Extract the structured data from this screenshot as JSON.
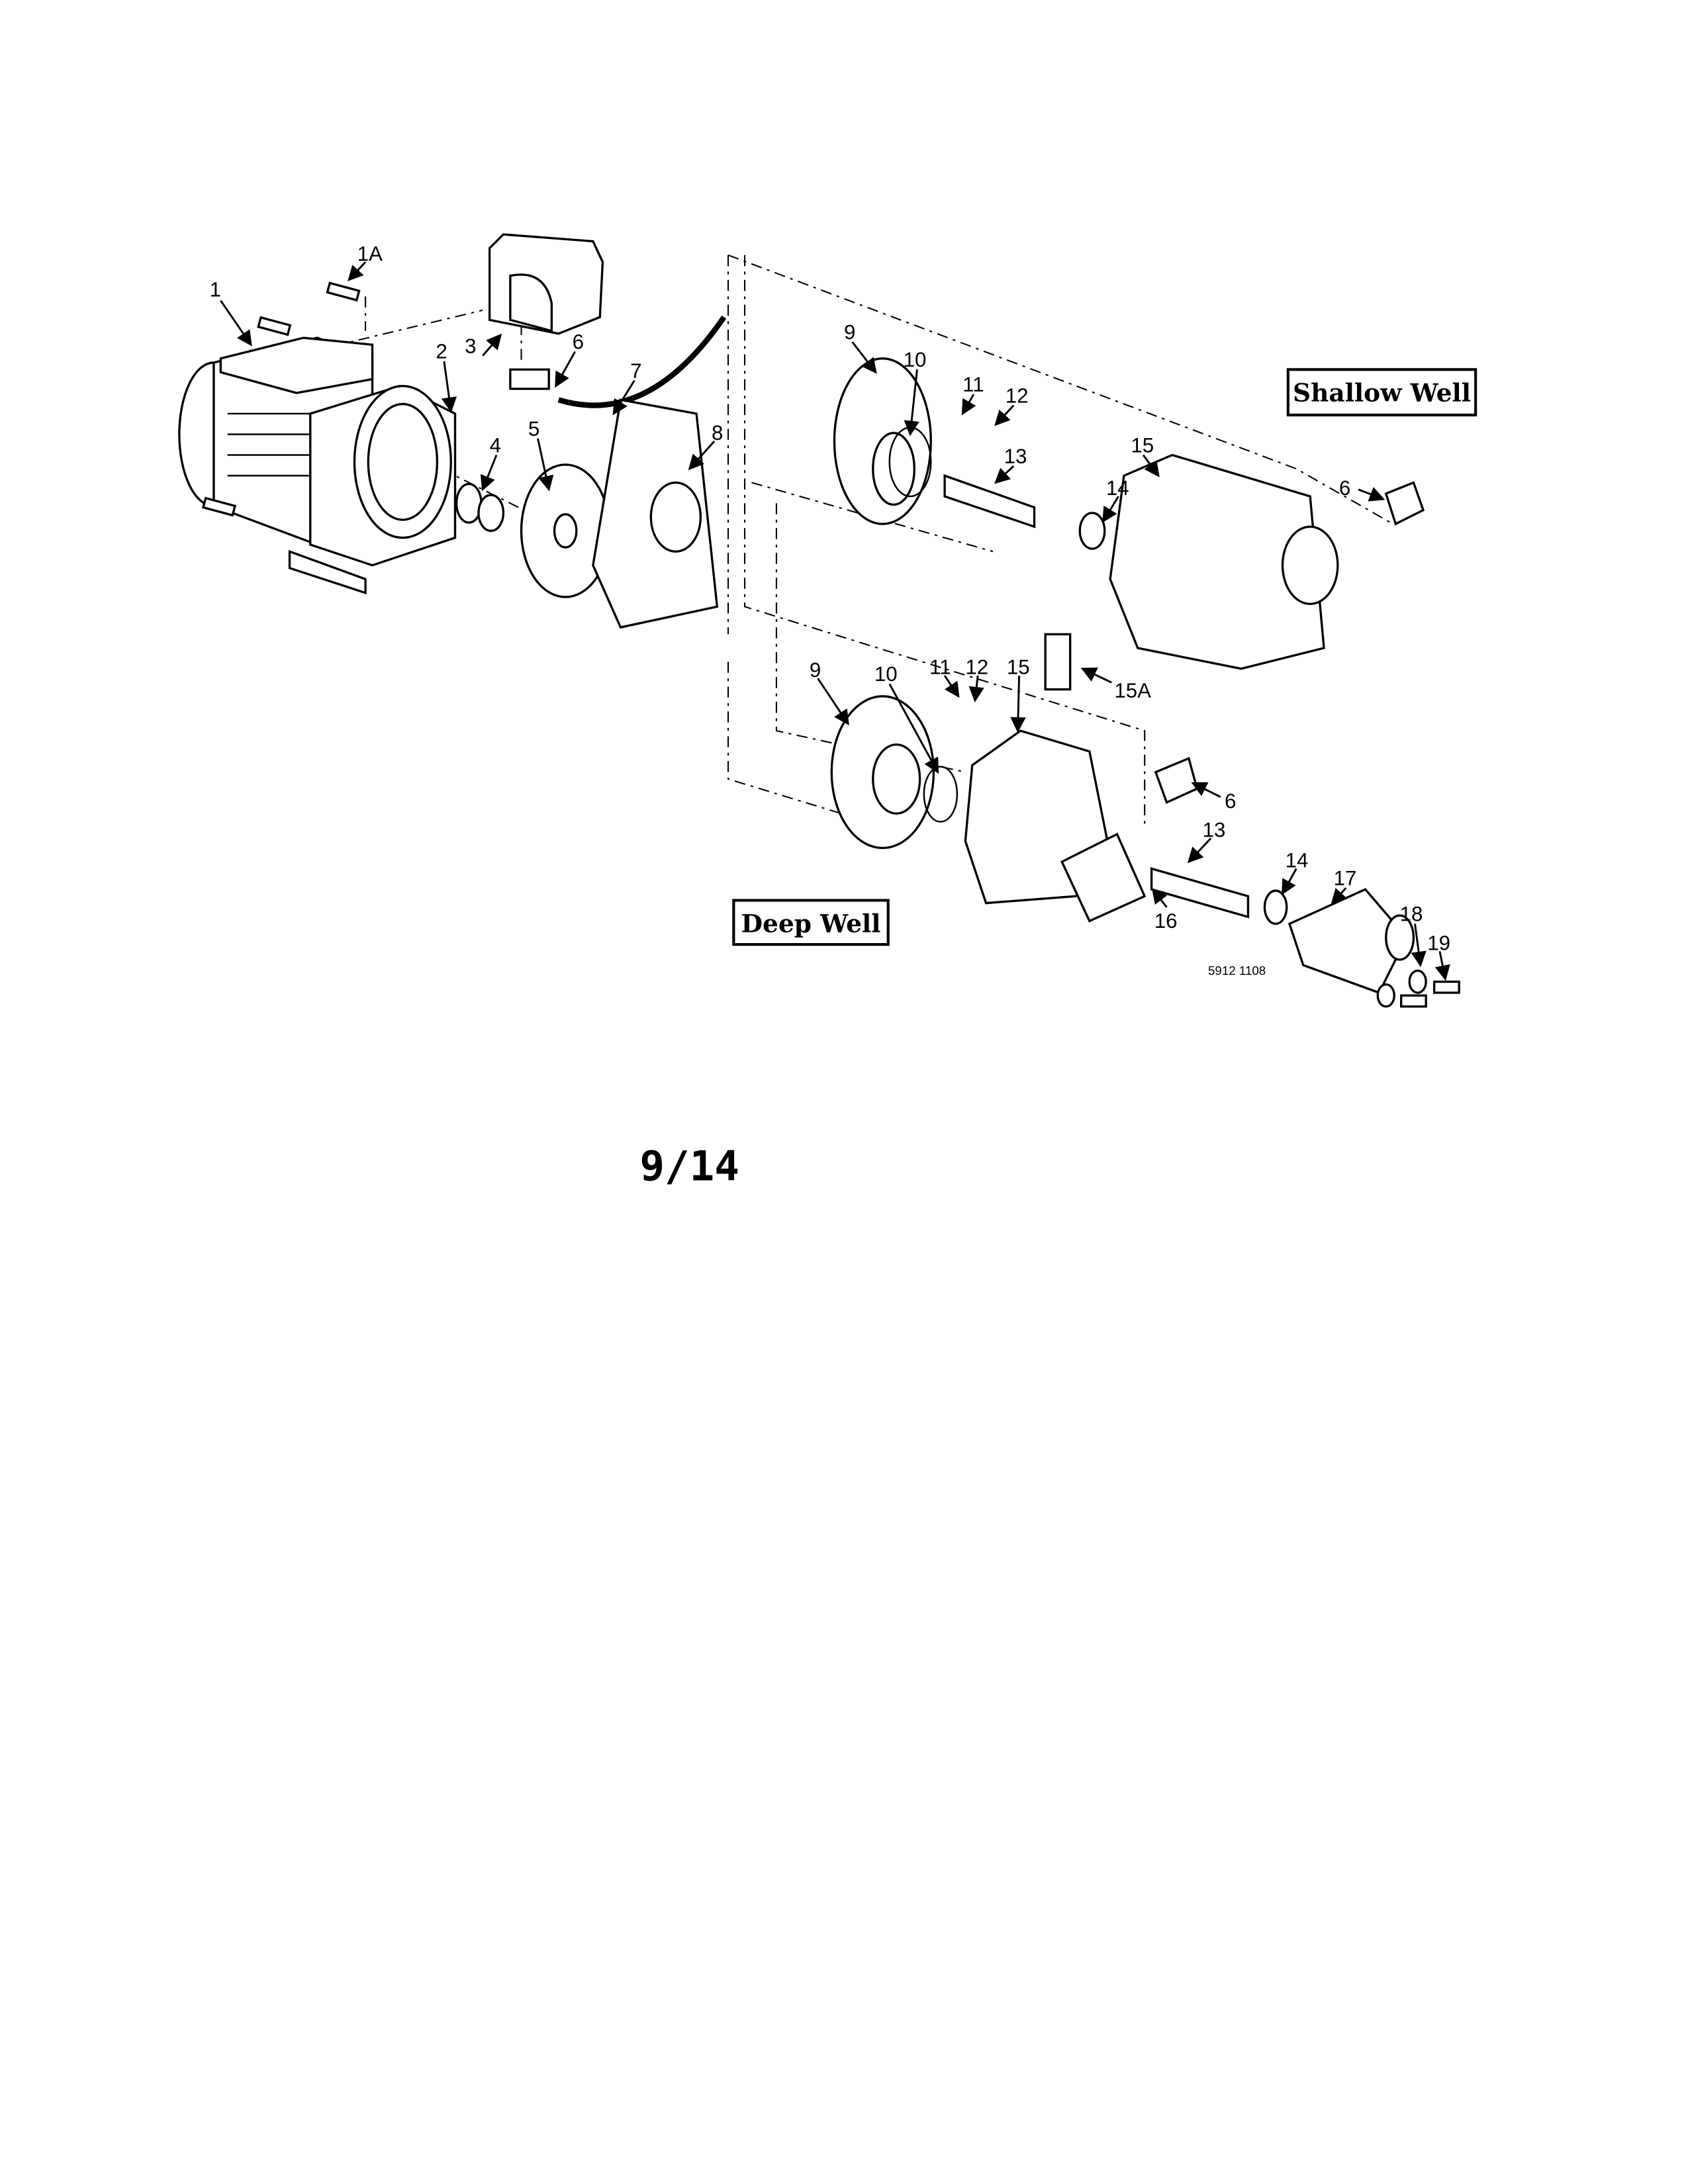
{
  "diagram": {
    "callouts": [
      "1",
      "1A",
      "2",
      "3",
      "4",
      "5",
      "6",
      "7",
      "8",
      "9",
      "10",
      "11",
      "12",
      "13",
      "14",
      "15",
      "6",
      "9",
      "10",
      "11",
      "12",
      "15",
      "15A",
      "6",
      "13",
      "14",
      "16",
      "17",
      "18",
      "19"
    ],
    "sections": {
      "shallow_well": "Shallow Well",
      "deep_well": "Deep Well"
    },
    "drawing_code": "5912 1108"
  },
  "page_number": "9/14"
}
